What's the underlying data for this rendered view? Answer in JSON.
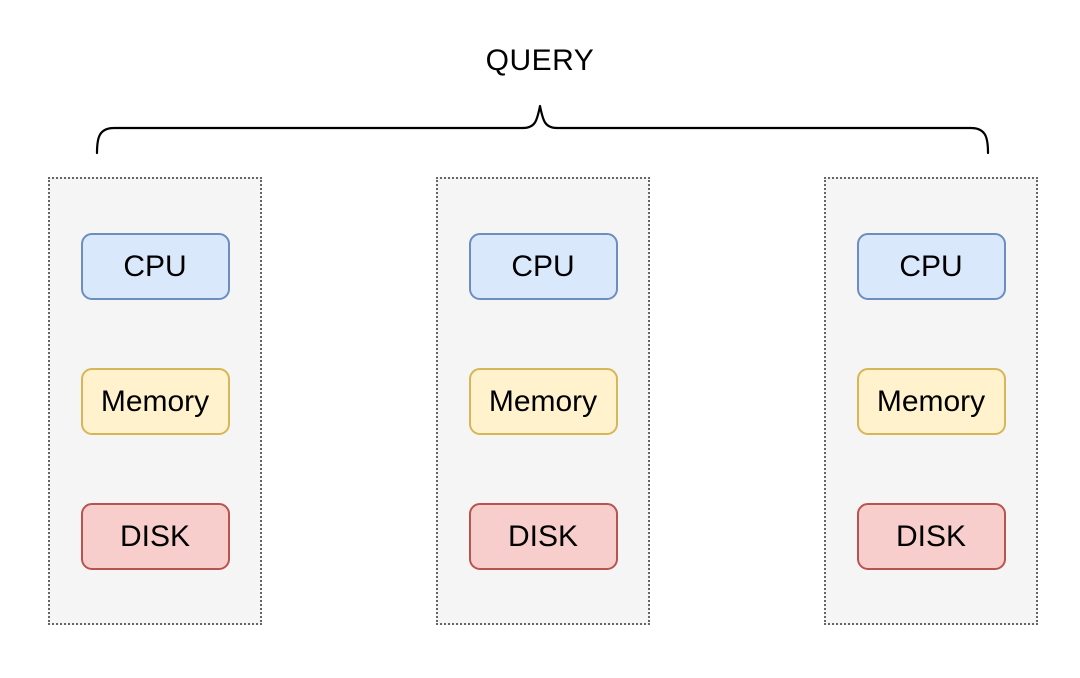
{
  "diagram": {
    "title": "QUERY",
    "nodes": [
      {
        "id": "node-1",
        "components": [
          {
            "type": "cpu",
            "label": "CPU"
          },
          {
            "type": "memory",
            "label": "Memory"
          },
          {
            "type": "disk",
            "label": "DISK"
          }
        ]
      },
      {
        "id": "node-2",
        "components": [
          {
            "type": "cpu",
            "label": "CPU"
          },
          {
            "type": "memory",
            "label": "Memory"
          },
          {
            "type": "disk",
            "label": "DISK"
          }
        ]
      },
      {
        "id": "node-3",
        "components": [
          {
            "type": "cpu",
            "label": "CPU"
          },
          {
            "type": "memory",
            "label": "Memory"
          },
          {
            "type": "disk",
            "label": "DISK"
          }
        ]
      }
    ]
  },
  "colors": {
    "cpu_fill": "#dae8fc",
    "cpu_border": "#6c8ebf",
    "memory_fill": "#fff2cc",
    "memory_border": "#d6b656",
    "disk_fill": "#f8cecc",
    "disk_border": "#b85450",
    "node_fill": "#f5f5f5",
    "node_border": "#666666",
    "brace_stroke": "#000000",
    "text": "#000000"
  }
}
